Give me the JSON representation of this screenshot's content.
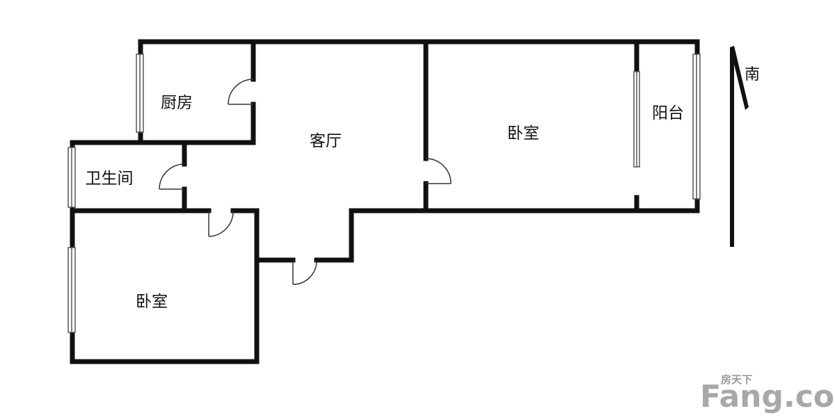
{
  "rooms": {
    "kitchen": "厨房",
    "bathroom": "卫生间",
    "living_room": "客厅",
    "bedroom_main": "卧室",
    "balcony": "阳台",
    "bedroom_second": "卧室"
  },
  "compass": {
    "label": "南"
  },
  "watermark": {
    "cn": "房天下",
    "en": "Fang.com"
  },
  "colors": {
    "wall": "#111111",
    "window": "#555555",
    "door": "#333333",
    "watermark": "#a8a8a8"
  }
}
